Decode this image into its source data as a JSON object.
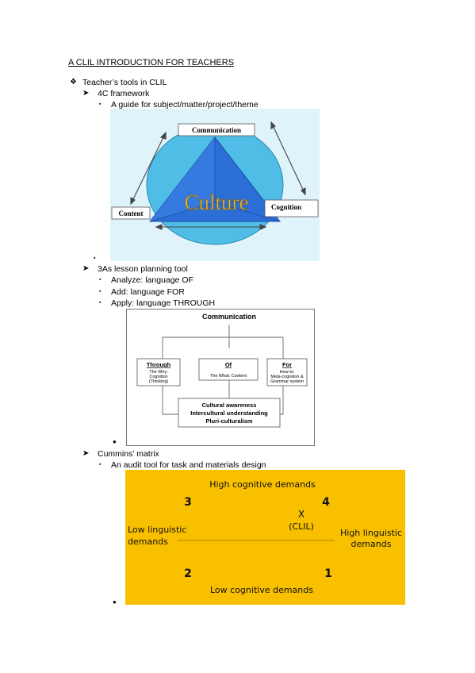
{
  "doc": {
    "title": "A CLIL INTRODUCTION FOR TEACHERS",
    "main_item": "Teacher’s tools in CLIL",
    "item_4c": "4C framework",
    "item_4c_sub": "A guide for subject/matter/project/theme",
    "item_3as": "3As lesson planning tool",
    "item_3as_sub": [
      "Analyze: language OF",
      "Add: language FOR",
      "Apply: language THROUGH"
    ],
    "item_cummins": "Cummins’ matrix",
    "item_cummins_sub": "An audit tool for task and materials design"
  },
  "fig1": {
    "communication": "Communication",
    "content": "Content",
    "cognition": "Cognition",
    "culture": "Culture"
  },
  "fig2": {
    "communication": "Communication",
    "through_title": "Through",
    "through_l1": "The Why:",
    "through_l2": "Cognition",
    "through_l3": "(Thinking)",
    "of_title": "Of",
    "of_l1": "The What: Content",
    "for_title": "For",
    "for_l1": "How to:",
    "for_l2": "Meta-cognition &",
    "for_l3": "Grammar system",
    "bottom_l1": "Cultural awareness",
    "bottom_l2": "Intercultural understanding",
    "bottom_l3": "Pluri-culturalism"
  },
  "fig3": {
    "high_cog": "High cognitive demands",
    "low_cog": "Low cognitive demands",
    "low_ling_1": "Low linguistic",
    "low_ling_2": "demands",
    "high_ling_1": "High linguistic",
    "high_ling_2": "demands",
    "q1": "1",
    "q2": "2",
    "q3": "3",
    "q4": "4",
    "x": "X",
    "clil": "(CLIL)"
  },
  "colors": {
    "fig1_bg": "#dff3fb",
    "fig1_ellipse": "#4fbde6",
    "fig1_triangle": "#2b6fd6",
    "fig3_bg": "#f9c000",
    "culture": "#e0b640"
  }
}
